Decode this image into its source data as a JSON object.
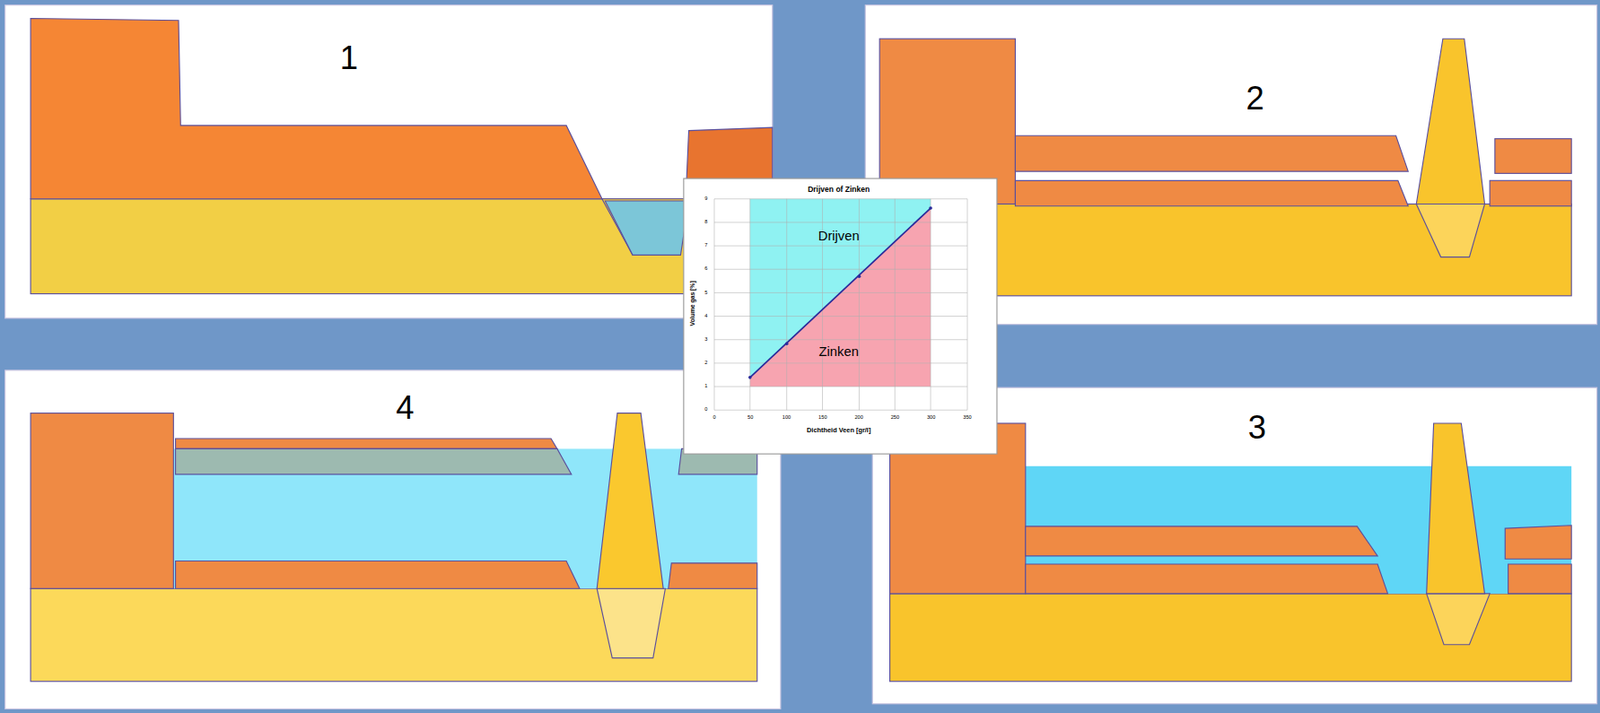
{
  "diagram": {
    "labels": [
      "1",
      "2",
      "4",
      "3",
      "Drijven of Zinken",
      "Drijven",
      "Zinken",
      "Volume gas [%]",
      "Dichtheid Veen [gr/l]",
      "0",
      "1",
      "2",
      "3",
      "4",
      "5",
      "6",
      "7",
      "8",
      "9",
      "0",
      "50",
      "100",
      "150",
      "200",
      "250",
      "300",
      "350"
    ]
  }
}
